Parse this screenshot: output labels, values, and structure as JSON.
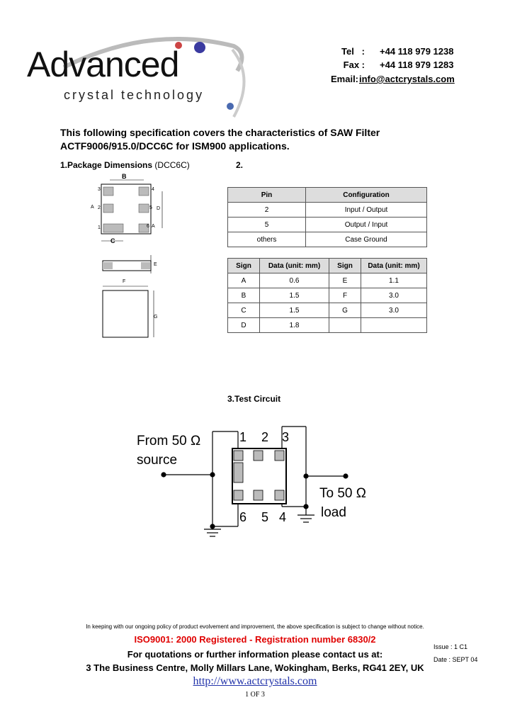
{
  "logo": {
    "name": "Advanced",
    "tagline": "crystal technology"
  },
  "contact": {
    "tel_label": "Tel",
    "tel": "+44 118 979 1238",
    "fax_label": "Fax :",
    "fax": "+44 118 979 1283",
    "email_label": "Email:",
    "email": "info@actcrystals.com"
  },
  "intro": {
    "line1": "This following specification covers the characteristics of SAW Filter",
    "line2": "ACTF9006/915.0/DCC6C for ISM900 applications."
  },
  "section1": {
    "title": "1.Package Dimensions",
    "subtitle": "(DCC6C)"
  },
  "section2": {
    "title": "2."
  },
  "section3": {
    "title": "3.Test Circuit"
  },
  "pin_table": {
    "headers": [
      "Pin",
      "Configuration"
    ],
    "rows": [
      [
        "2",
        "Input / Output"
      ],
      [
        "5",
        "Output / Input"
      ],
      [
        "others",
        "Case Ground"
      ]
    ]
  },
  "dim_table": {
    "headers": [
      "Sign",
      "Data (unit: mm)",
      "Sign",
      "Data (unit: mm)"
    ],
    "rows": [
      [
        "A",
        "0.6",
        "E",
        "1.1"
      ],
      [
        "B",
        "1.5",
        "F",
        "3.0"
      ],
      [
        "C",
        "1.5",
        "G",
        "3.0"
      ],
      [
        "D",
        "1.8",
        "",
        ""
      ]
    ]
  },
  "package_labels": {
    "b": "B",
    "c": "C",
    "d": "D",
    "e": "E",
    "f": "F",
    "g": "G",
    "a": "A",
    "pin1": "1",
    "pin3": "3",
    "pin4": "4",
    "pin6": "6",
    "pin5": "5",
    "pin2": "2",
    "a2": "A"
  },
  "circuit": {
    "source_line1": "From 50 Ω",
    "source_line2": "source",
    "load_line1": "To 50 Ω",
    "load_line2": "load",
    "pins": {
      "p1": "1",
      "p2": "2",
      "p3": "3",
      "p4": "4",
      "p5": "5",
      "p6": "6"
    }
  },
  "footer": {
    "policy": "In keeping with our ongoing policy of product evolvement and improvement, the above specification is subject to change without notice.",
    "iso": "ISO9001: 2000 Registered   -   Registration number 6830/2",
    "quote": "For quotations or further information please contact us at:",
    "address": "3 The Business Centre, Molly Millars Lane, Wokingham, Berks, RG41 2EY, UK",
    "url": "http://www.actcrystals.com",
    "page": "1 OF 3",
    "issue": "Issue : 1 C1",
    "date": "Date : SEPT 04"
  }
}
